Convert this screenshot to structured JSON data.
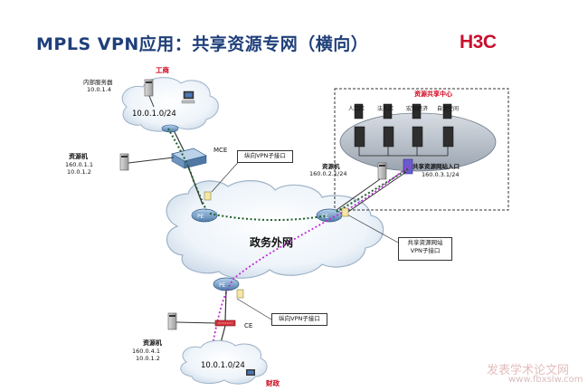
{
  "title": "MPLS VPN应用：共享资源专网（横向）",
  "brand": "H3C",
  "labels": {
    "internal_server": "内部服务器",
    "internal_server_ip": "10.0.1.4",
    "gongshang": "工商",
    "net_top": "10.0.1.0/24",
    "mce": "MCE",
    "host1_title": "资源机",
    "host1_ip1": "160.0.1.1",
    "host1_ip2": "10.0.1.2",
    "pe": "PE",
    "cloud": "政务外网",
    "center_title": "资源共享中心",
    "db_person": "人口库",
    "db_legal": "法人库",
    "db_macro": "宏观经济",
    "db_nature": "自然空间",
    "host2_title": "资源机",
    "host2_ip": "160.0.2.1/24",
    "share_site": "共享资源网站入口",
    "share_ip": "160.0.3.1/24",
    "ce": "CE",
    "host3_title": "资源机",
    "host3_ip1": "160.0.4.1",
    "host3_ip2": "10.0.1.2",
    "net_bottom": "10.0.1.0/24",
    "caizheng": "财政"
  },
  "callouts": {
    "top_vpn": "纵向VPN子接口",
    "share_vpn_line1": "共享资源网站",
    "share_vpn_line2": "VPN子接口",
    "bottom_vpn": "纵向VPN子接口"
  },
  "watermark": {
    "line1": "发表学术论文网",
    "line2": "www.fbxslw.com"
  },
  "colors": {
    "title": "#1f3f7a",
    "brand": "#c8102e",
    "red_label": "#d0021b",
    "green_dotted": "#1f5f2a",
    "magenta_dotted": "#c02bd8"
  }
}
